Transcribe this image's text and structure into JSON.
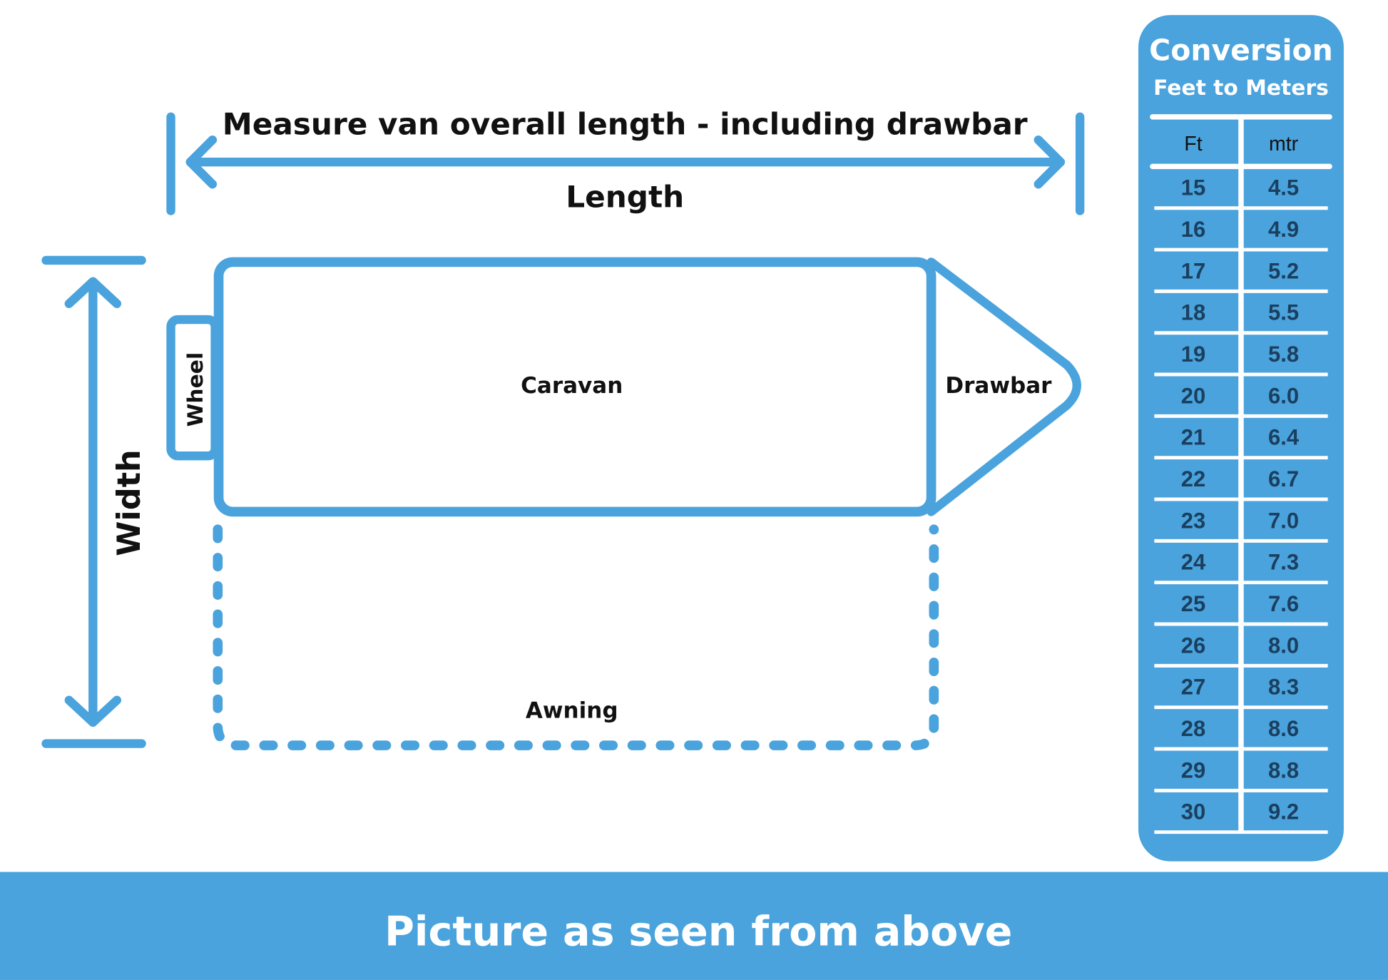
{
  "colors": {
    "accent": "#4aa3dc",
    "table_text": "#1b3f5f"
  },
  "diagram": {
    "length_caption": "Measure van overall length - including drawbar",
    "length_label": "Length",
    "width_label": "Width",
    "caravan_label": "Caravan",
    "wheel_label": "Wheel",
    "drawbar_label": "Drawbar",
    "awning_label": "Awning"
  },
  "conversion": {
    "title": "Conversion",
    "subtitle": "Feet to Meters",
    "headers": [
      "Ft",
      "mtr"
    ],
    "rows": [
      [
        "15",
        "4.5"
      ],
      [
        "16",
        "4.9"
      ],
      [
        "17",
        "5.2"
      ],
      [
        "18",
        "5.5"
      ],
      [
        "19",
        "5.8"
      ],
      [
        "20",
        "6.0"
      ],
      [
        "21",
        "6.4"
      ],
      [
        "22",
        "6.7"
      ],
      [
        "23",
        "7.0"
      ],
      [
        "24",
        "7.3"
      ],
      [
        "25",
        "7.6"
      ],
      [
        "26",
        "8.0"
      ],
      [
        "27",
        "8.3"
      ],
      [
        "28",
        "8.6"
      ],
      [
        "29",
        "8.8"
      ],
      [
        "30",
        "9.2"
      ]
    ]
  },
  "footer": {
    "caption": "Picture as seen from above"
  }
}
